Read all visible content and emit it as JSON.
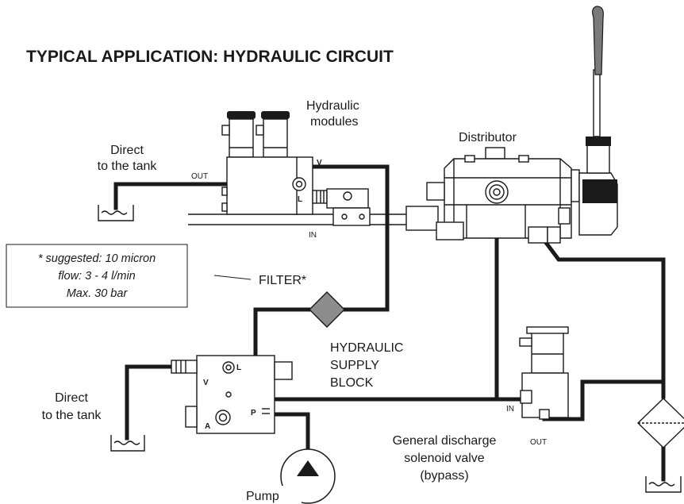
{
  "title": "TYPICAL APPLICATION: HYDRAULIC CIRCUIT",
  "labels": {
    "hydraulic_modules_line1": "Hydraulic",
    "hydraulic_modules_line2": "modules",
    "distributor": "Distributor",
    "direct_tank_top_line1": "Direct",
    "direct_tank_top_line2": "to the tank",
    "out_top": "OUT",
    "v_top": "V",
    "l_top": "L",
    "in_top": "IN",
    "filter": "FILTER*",
    "supply_block_line1": "HYDRAULIC",
    "supply_block_line2": "SUPPLY",
    "supply_block_line3": "BLOCK",
    "direct_tank_bottom_line1": "Direct",
    "direct_tank_bottom_line2": "to the tank",
    "port_l": "L",
    "port_v": "V",
    "port_a": "A",
    "port_p": "P",
    "in_valve": "IN",
    "out_valve": "OUT",
    "solenoid_line1": "General discharge",
    "solenoid_line2": "solenoid valve",
    "solenoid_line3": "(bypass)",
    "pump": "Pump"
  },
  "filter_note": {
    "line1": "* suggested: 10 micron",
    "line2": "flow: 3 - 4 l/min",
    "line3": "Max. 30 bar"
  }
}
